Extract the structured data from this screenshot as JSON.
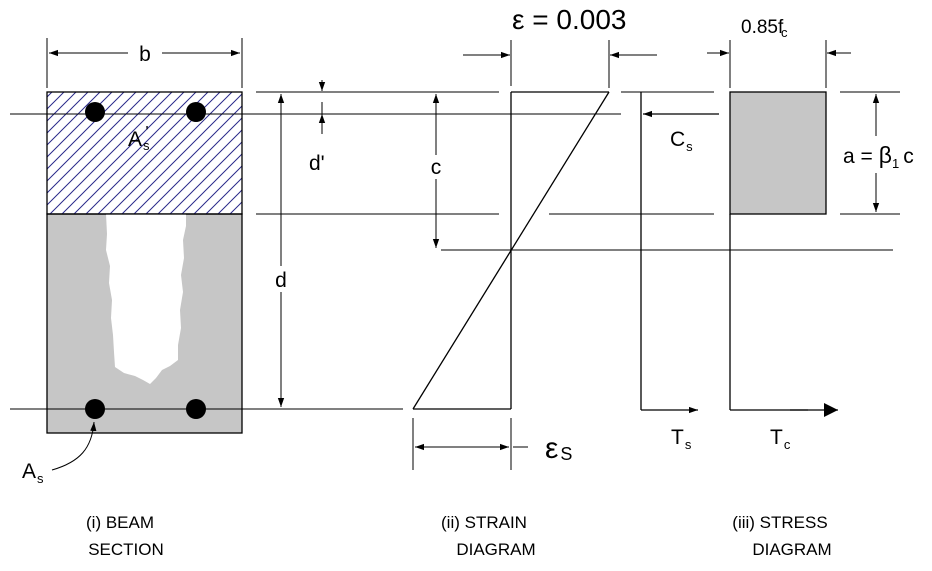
{
  "colors": {
    "line": "#000000",
    "concrete": "#c6c6c6",
    "hatch": "#2a2a8a",
    "void": "#ffffff"
  },
  "beam": {
    "width_label": "b",
    "comp_steel_main": "A",
    "comp_steel_sub": "s",
    "comp_steel_prime": "'",
    "d_prime_label": "d'",
    "d_label": "d",
    "tension_steel_main": "A",
    "tension_steel_sub": "s",
    "caption_line1": "(i) BEAM",
    "caption_line2": "SECTION"
  },
  "strain": {
    "top_label": "ε = 0.003",
    "c_label": "c",
    "steel_strain_main": "ε",
    "steel_strain_sub": "S",
    "caption_line1": "(ii) STRAIN",
    "caption_line2": "DIAGRAM"
  },
  "stress": {
    "top_label_main": "0.85f",
    "top_label_prime": "'",
    "top_label_sub": "c",
    "a_label_lhs": "a =",
    "a_label_beta": "β",
    "a_label_sub": "1",
    "a_label_c": "c",
    "cs_main": "C",
    "cs_sub": "s",
    "ts_main": "T",
    "ts_sub": "s",
    "tc_main": "T",
    "tc_sub": "c",
    "caption_line1": "(iii) STRESS",
    "caption_line2": "DIAGRAM"
  }
}
